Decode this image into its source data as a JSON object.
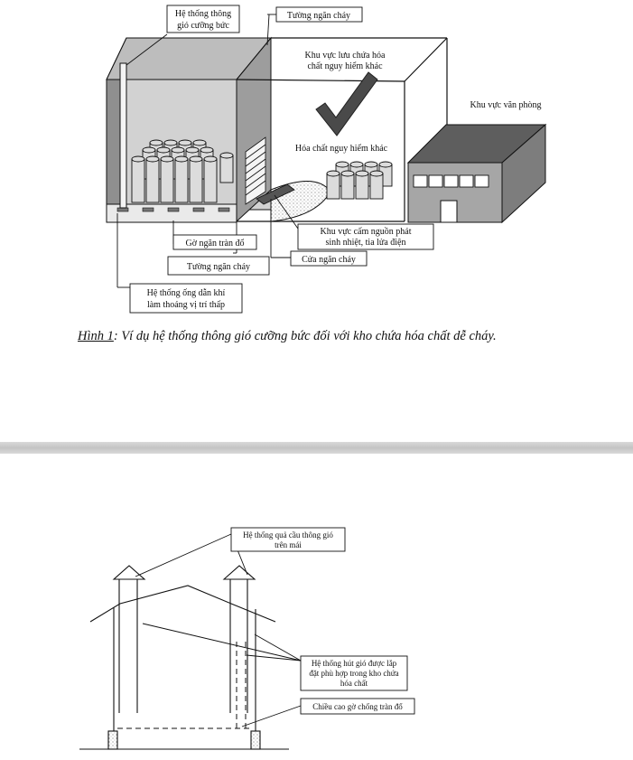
{
  "figure1": {
    "labels": {
      "forced_ventilation": [
        "Hệ thống thông",
        "gió cưỡng bức"
      ],
      "fire_wall_top": "Tường ngăn cháy",
      "hazardous_storage_area": [
        "Khu vực lưu chứa hóa",
        "chất nguy hiểm khác"
      ],
      "office_area": "Khu vực văn phòng",
      "other_hazardous_chemicals": "Hóa chất nguy hiểm khác",
      "no_heat_source_area": [
        "Khu vực cấm nguồn phát",
        "sinh nhiệt, tia lửa điện"
      ],
      "spill_curb": "Gờ ngăn tràn đổ",
      "fire_door": "Cửa ngăn cháy",
      "fire_wall_bottom": "Tường ngăn cháy",
      "low_vent_ducts": [
        "Hệ thống ống dẫn khí",
        "làm thoáng vị trí thấp"
      ]
    },
    "caption": {
      "ref": "Hình 1",
      "text": ": Ví dụ hệ thống thông gió cưỡng bức đối với kho chứa hóa chất dễ cháy."
    }
  },
  "figure2": {
    "labels": {
      "roof_ventilators": [
        "Hệ thống quả cầu thông gió",
        "trên mái"
      ],
      "exhaust_system": [
        "Hệ thống hút gió được lắp",
        "đặt phù hợp trong kho chứa",
        "hóa chất"
      ],
      "curb_height": "Chiều cao gờ chống tràn đổ"
    }
  },
  "colors": {
    "line": "#111111",
    "wall_dark": "#8f8f8f",
    "wall_mid": "#b5b5b5",
    "wall_light": "#d2d2d2",
    "office_front": "#a6a6a6",
    "office_side": "#7d7d7d",
    "office_roof": "#5e5e5e",
    "drum_fill": "#dcdcdc",
    "divider": "#cfcfcf"
  }
}
